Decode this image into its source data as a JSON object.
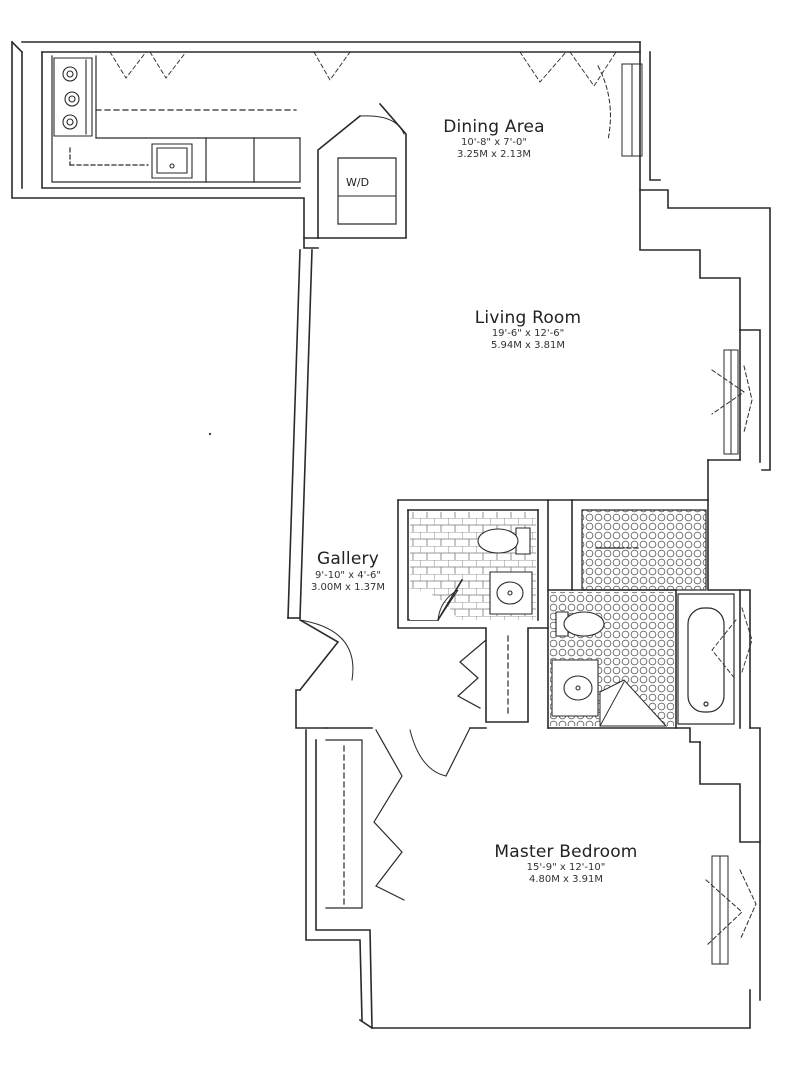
{
  "rooms": {
    "dining": {
      "name": "Dining Area",
      "dim_imperial": "10'-8\" x 7'-0\"",
      "dim_metric": "3.25M x 2.13M"
    },
    "living": {
      "name": "Living Room",
      "dim_imperial": "19'-6\" x 12'-6\"",
      "dim_metric": "5.94M x 3.81M"
    },
    "gallery": {
      "name": "Gallery",
      "dim_imperial": "9'-10\" x 4'-6\"",
      "dim_metric": "3.00M x 1.37M"
    },
    "bedroom": {
      "name": "Master Bedroom",
      "dim_imperial": "15'-9\" x 12'-10\"",
      "dim_metric": "4.80M x 3.91M"
    }
  },
  "fixtures": {
    "washer_dryer": "W/D"
  },
  "colors": {
    "line": "#2a2a2a",
    "background": "#ffffff"
  }
}
